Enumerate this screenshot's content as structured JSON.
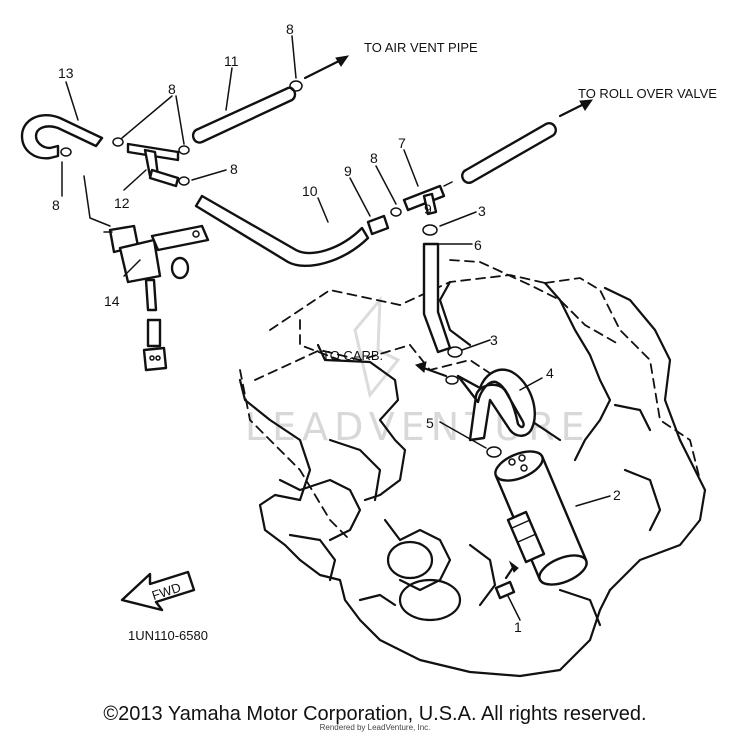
{
  "diagram": {
    "callouts": {
      "to_air_vent_pipe": "TO AIR VENT PIPE",
      "to_roll_over_valve": "TO ROLL OVER VALVE",
      "to_carb": "TO CARB."
    },
    "part_numbers": {
      "p1": "1",
      "p2": "2",
      "p3a": "3",
      "p3b": "3",
      "p4": "4",
      "p5": "5",
      "p6": "6",
      "p7": "7",
      "p8a": "8",
      "p8b": "8",
      "p8c": "8",
      "p8d": "8",
      "p9a": "9",
      "p9b": "9",
      "p10": "10",
      "p11": "11",
      "p12": "12",
      "p13": "13",
      "p14": "14"
    },
    "fwd_label": "FWD",
    "figure_code": "1UN110-6580",
    "watermark": "LEADVENTURE"
  },
  "footer": {
    "copyright": "©2013 Yamaha Motor Corporation, U.S.A. All rights reserved.",
    "credit": "Rendered by LeadVenture, Inc."
  }
}
